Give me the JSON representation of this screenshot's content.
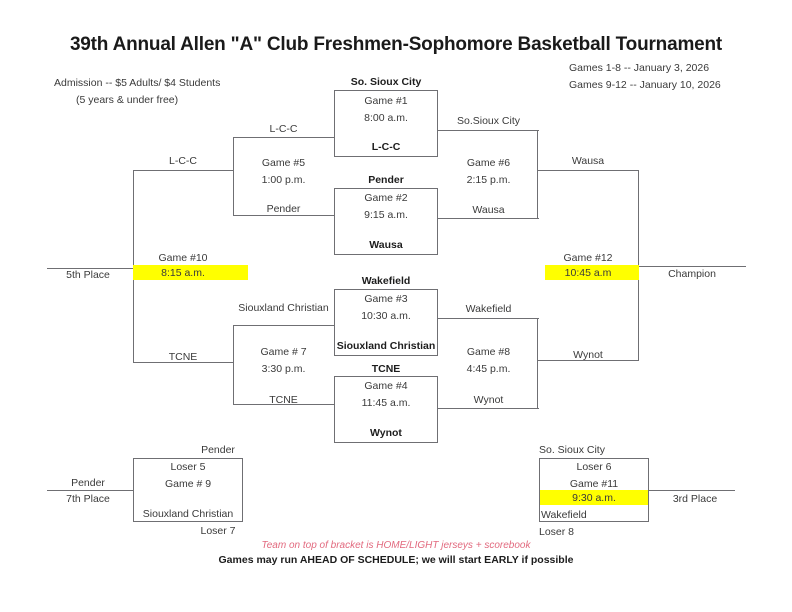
{
  "header": {
    "title": "39th Annual Allen \"A\" Club Freshmen-Sophomore Basketball Tournament",
    "admission_line1": "Admission -- $5 Adults/ $4 Students",
    "admission_line2": "(5 years & under free)",
    "dates_line1": "Games 1-8 -- January 3, 2026",
    "dates_line2": "Games 9-12 -- January 10, 2026"
  },
  "footer": {
    "note_red": "Team on top of bracket is HOME/LIGHT jerseys + scorebook",
    "note_black": "Games may run AHEAD OF SCHEDULE; we will start EARLY if possible"
  },
  "colors": {
    "highlight": "#ffff00",
    "line": "#6f6f73",
    "red_note": "#e2697e"
  },
  "games": {
    "g1": {
      "label": "Game #1",
      "time": "8:00 a.m.",
      "top_team": "So. Sioux City",
      "bottom_team": "L-C-C",
      "highlighted": false
    },
    "g2": {
      "label": "Game #2",
      "time": "9:15 a.m.",
      "top_team": "Pender",
      "bottom_team": "Wausa",
      "highlighted": false
    },
    "g3": {
      "label": "Game #3",
      "time": "10:30 a.m.",
      "top_team": "Wakefield",
      "bottom_team": "Siouxland Christian",
      "highlighted": false
    },
    "g4": {
      "label": "Game #4",
      "time": "11:45 a.m.",
      "top_team": "TCNE",
      "bottom_team": "Wynot",
      "highlighted": false
    },
    "g5": {
      "label": "Game #5",
      "time": "1:00 p.m.",
      "top_team": "L-C-C",
      "bottom_team": "Pender",
      "highlighted": false
    },
    "g6": {
      "label": "Game #6",
      "time": "2:15 p.m.",
      "top_team": "So.Sioux City",
      "bottom_team": "Wausa",
      "highlighted": false
    },
    "g7": {
      "label": "Game # 7",
      "time": "3:30 p.m.",
      "top_team": "Siouxland Christian",
      "bottom_team": "TCNE",
      "highlighted": false
    },
    "g8": {
      "label": "Game #8",
      "time": "4:45 p.m.",
      "top_team": "Wakefield",
      "bottom_team": "Wynot",
      "highlighted": false
    },
    "g9": {
      "label": "Game # 9",
      "time": "",
      "top_entry": "Loser 5",
      "bottom_entry": "Siouxland Christian",
      "top_seed": "Pender",
      "bottom_seed": "Loser 7",
      "outcome_team": "Pender",
      "outcome_place": "7th Place",
      "highlighted": false
    },
    "g10": {
      "label": "Game #10",
      "time": "8:15 a.m.",
      "top_team": "L-C-C",
      "bottom_team": "TCNE",
      "outcome_place": "5th Place",
      "highlighted": true
    },
    "g11": {
      "label": "Game #11",
      "time": "9:30 a.m.",
      "top_entry": "Loser 6",
      "bottom_entry": "Wakefield",
      "top_seed": "So. Sioux City",
      "bottom_seed": "Loser 8",
      "outcome_place": "3rd Place",
      "highlighted": true
    },
    "g12": {
      "label": "Game #12",
      "time": "10:45 a.m",
      "top_team": "Wausa",
      "bottom_team": "Wynot",
      "outcome_place": "Champion",
      "highlighted": true
    }
  }
}
